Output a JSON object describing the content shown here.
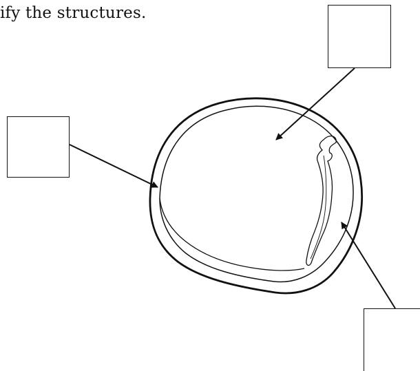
{
  "instruction": "ify the structures.",
  "label_boxes": [
    {
      "id": "top",
      "answer": ""
    },
    {
      "id": "left",
      "answer": ""
    },
    {
      "id": "bottom-right",
      "answer": ""
    }
  ],
  "colors": {
    "line": "#111111",
    "background": "#ffffff"
  }
}
